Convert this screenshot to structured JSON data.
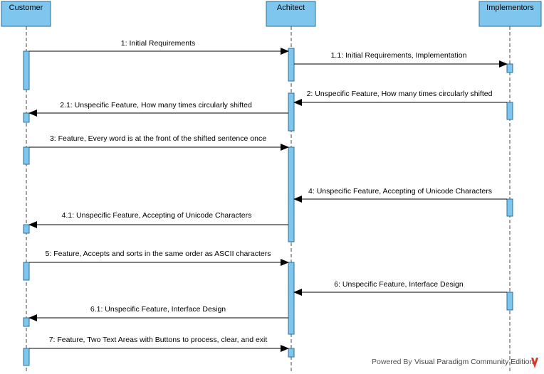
{
  "participants": [
    {
      "id": "customer",
      "name": "Customer"
    },
    {
      "id": "architect",
      "name": "Achitect"
    },
    {
      "id": "implementors",
      "name": "Implementors"
    }
  ],
  "messages": [
    {
      "from": "customer",
      "to": "architect",
      "label": "1: Initial Requirements"
    },
    {
      "from": "architect",
      "to": "implementors",
      "label": "1.1: Initial Requirements, Implementation"
    },
    {
      "from": "implementors",
      "to": "architect",
      "label": "2: Unspecific Feature, How many times circularly shifted"
    },
    {
      "from": "architect",
      "to": "customer",
      "label": "2.1: Unspecific Feature, How many times circularly shifted"
    },
    {
      "from": "customer",
      "to": "architect",
      "label": "3: Feature, Every word is at the front of the shifted sentence once"
    },
    {
      "from": "implementors",
      "to": "architect",
      "label": "4: Unspecific Feature, Accepting of Unicode Characters"
    },
    {
      "from": "architect",
      "to": "customer",
      "label": "4.1: Unspecific Feature, Accepting of Unicode Characters"
    },
    {
      "from": "customer",
      "to": "architect",
      "label": "5: Feature, Accepts and sorts in the same order as ASCII characters"
    },
    {
      "from": "implementors",
      "to": "architect",
      "label": "6: Unspecific Feature, Interface Design"
    },
    {
      "from": "architect",
      "to": "customer",
      "label": "6.1: Unspecific Feature, Interface Design"
    },
    {
      "from": "customer",
      "to": "architect",
      "label": "7: Feature, Two Text Areas with Buttons to process, clear, and exit"
    }
  ],
  "footer": {
    "powered_by": "Powered By",
    "brand": "Visual Paradigm Community Edition"
  },
  "colors": {
    "lifeline_fill": "#7fc6ef",
    "lifeline_stroke": "#2e6e96",
    "brand_icon": "#d9362b"
  }
}
